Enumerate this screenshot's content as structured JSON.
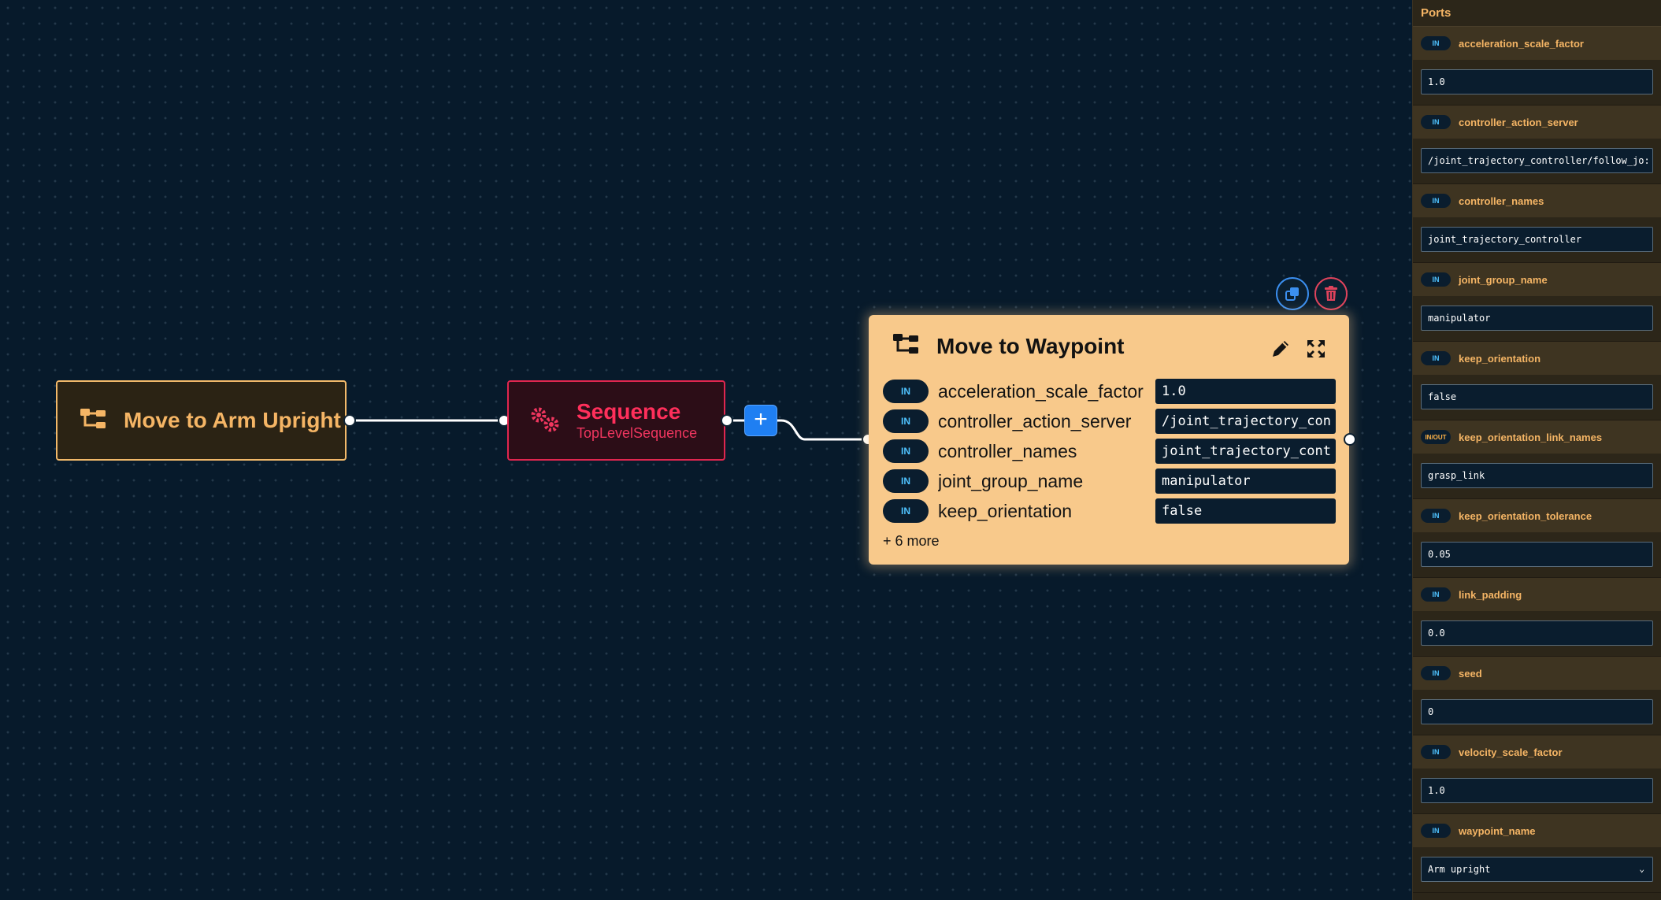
{
  "nodes": {
    "arm_upright": {
      "title": "Move to Arm Upright",
      "icon": "behavior-tree-icon"
    },
    "sequence": {
      "title": "Sequence",
      "subtitle": "TopLevelSequence",
      "icon": "gears-icon"
    },
    "waypoint": {
      "title": "Move to Waypoint",
      "icon": "behavior-tree-icon",
      "ports": [
        {
          "direction": "IN",
          "name": "acceleration_scale_factor",
          "value": "1.0"
        },
        {
          "direction": "IN",
          "name": "controller_action_server",
          "value": "/joint_trajectory_con"
        },
        {
          "direction": "IN",
          "name": "controller_names",
          "value": "joint_trajectory_cont"
        },
        {
          "direction": "IN",
          "name": "joint_group_name",
          "value": "manipulator"
        },
        {
          "direction": "IN",
          "name": "keep_orientation",
          "value": "false"
        }
      ],
      "more_label": "+ 6 more"
    }
  },
  "add_button": {
    "label": "+"
  },
  "ports_panel": {
    "title": "Ports",
    "ports": [
      {
        "direction": "IN",
        "name": "acceleration_scale_factor",
        "value": "1.0"
      },
      {
        "direction": "IN",
        "name": "controller_action_server",
        "value": "/joint_trajectory_controller/follow_jo:"
      },
      {
        "direction": "IN",
        "name": "controller_names",
        "value": "joint_trajectory_controller"
      },
      {
        "direction": "IN",
        "name": "joint_group_name",
        "value": "manipulator"
      },
      {
        "direction": "IN",
        "name": "keep_orientation",
        "value": "false"
      },
      {
        "direction": "IN/OUT",
        "name": "keep_orientation_link_names",
        "value": "grasp_link"
      },
      {
        "direction": "IN",
        "name": "keep_orientation_tolerance",
        "value": "0.05"
      },
      {
        "direction": "IN",
        "name": "link_padding",
        "value": "0.0"
      },
      {
        "direction": "IN",
        "name": "seed",
        "value": "0"
      },
      {
        "direction": "IN",
        "name": "velocity_scale_factor",
        "value": "1.0"
      },
      {
        "direction": "IN",
        "name": "waypoint_name",
        "value": "Arm upright"
      }
    ]
  },
  "colors": {
    "canvas_bg": "#071a2b",
    "arm_node_accent": "#f5b565",
    "sequence_accent": "#ff2f5b",
    "waypoint_bg": "#f8c98b",
    "in_badge": "#4fc3ff",
    "add_button": "#1f7ff2"
  }
}
